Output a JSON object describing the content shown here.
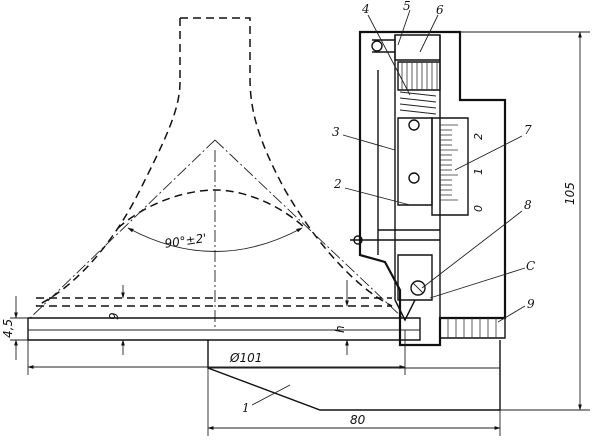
{
  "callouts": [
    "1",
    "2",
    "3",
    "4",
    "5",
    "6",
    "7",
    "8",
    "9",
    "C"
  ],
  "dimensions": {
    "width_80": "80",
    "height_105": "105",
    "diameter": "Ø101",
    "angle": "90°±2'",
    "h": "h",
    "dim_9": "9",
    "dim_4_5": "4,5"
  },
  "scale_labels": [
    "2",
    "1",
    "0"
  ]
}
